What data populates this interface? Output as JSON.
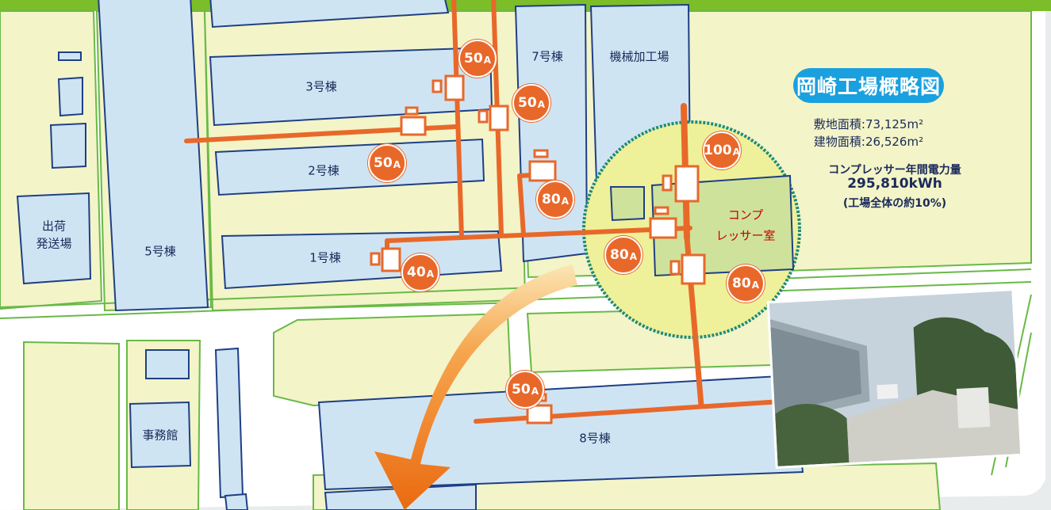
{
  "map": {
    "title": "岡崎工場概略図",
    "site_area": "敷地面積:73,125m²",
    "building_area": "建物面積:26,526m²",
    "compressor_power_label": "コンプレッサー年間電力量",
    "compressor_power_value": "295,810kWh",
    "compressor_power_share": "(工場全体の約10%)"
  },
  "buildings": {
    "b1": "1号棟",
    "b2": "2号棟",
    "b3": "3号棟",
    "b5": "5号棟",
    "b7": "7号棟",
    "b8": "8号棟",
    "machining": "機械加工場",
    "shipping_1": "出荷",
    "shipping_2": "発送場",
    "office": "事務館",
    "compressor_room_1": "コンプ",
    "compressor_room_2": "レッサー室"
  },
  "pipe_sizes": [
    {
      "num": "50",
      "unit": "A"
    },
    {
      "num": "50",
      "unit": "A"
    },
    {
      "num": "50",
      "unit": "A"
    },
    {
      "num": "40",
      "unit": "A"
    },
    {
      "num": "80",
      "unit": "A"
    },
    {
      "num": "100",
      "unit": "A"
    },
    {
      "num": "80",
      "unit": "A"
    },
    {
      "num": "80",
      "unit": "A"
    },
    {
      "num": "50",
      "unit": "A"
    }
  ],
  "colors": {
    "header_green": "#7cbd2a",
    "building_blue": "#cfe4f3",
    "ground_yellow": "#f3f4c8",
    "pipe_orange": "#e8682a",
    "title_blue": "#1aa0de"
  },
  "photo": "factory-entrance-photo"
}
